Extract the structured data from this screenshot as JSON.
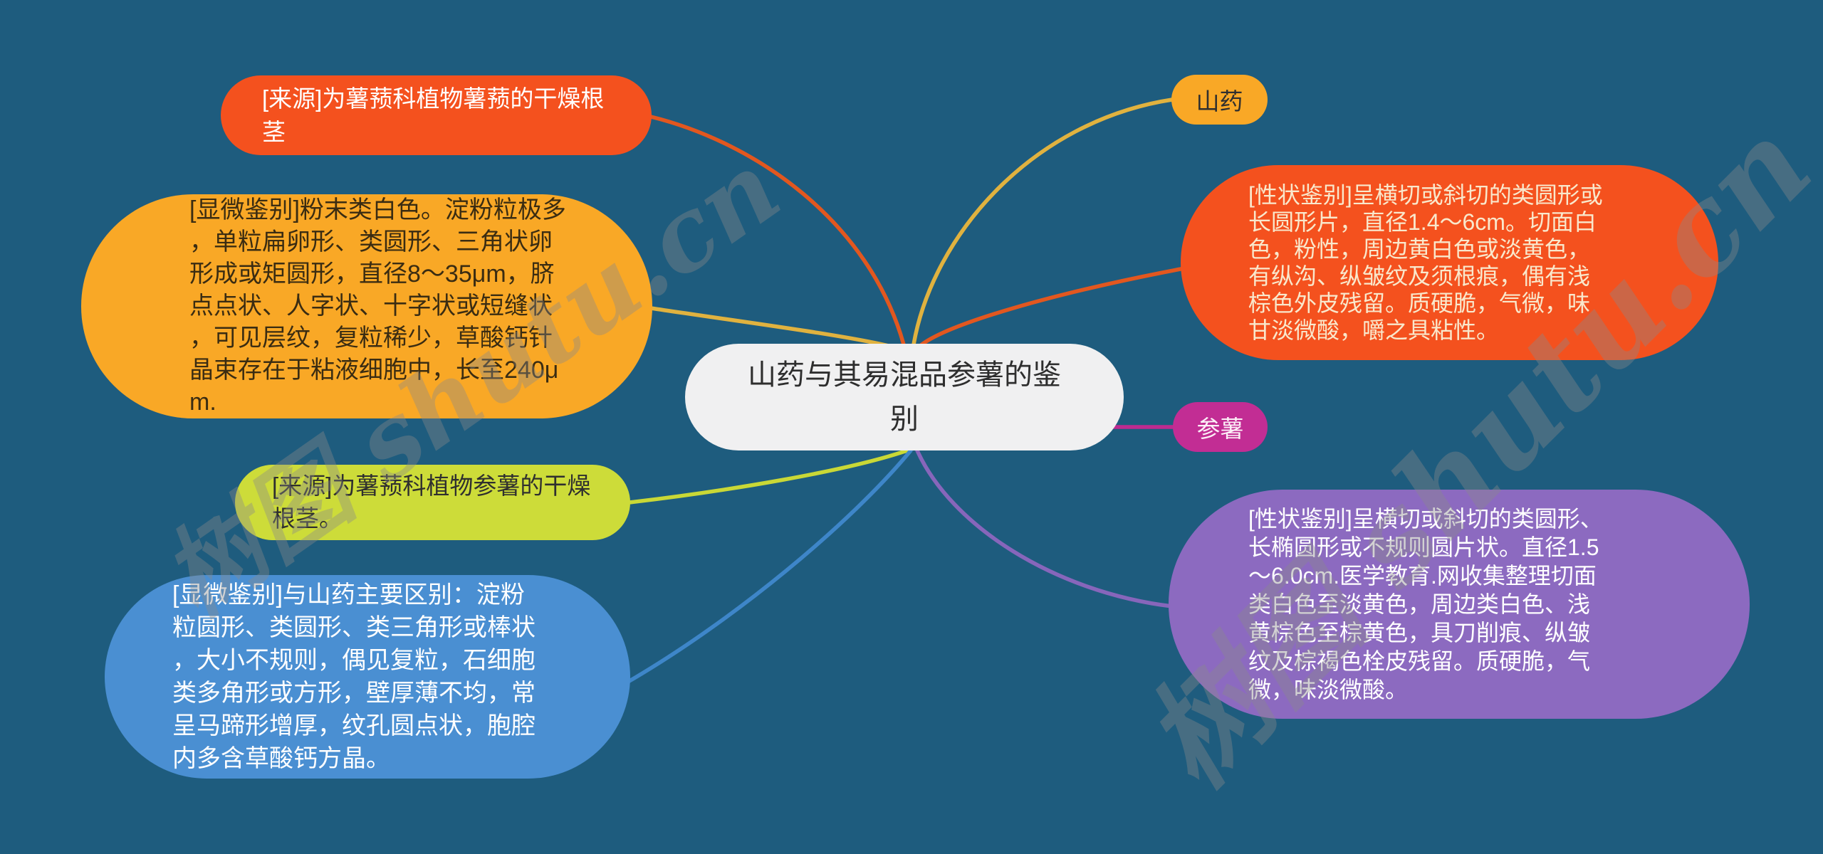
{
  "title": "山药与其易混品参薯的鉴别",
  "center": {
    "text": "山药与其易混品参薯的鉴别"
  },
  "branches": {
    "shanyao": {
      "label": "山药",
      "origin": "[来源]为薯蓣科植物薯蓣的干燥根茎",
      "micro": "[显微鉴别]粉末类白色。淀粉粒极多，单粒扁卵形、类圆形、三角状卵形成或矩圆形，直径8～35μm，脐点点状、人字状、十字状或短缝状，可见层纹，复粒稀少，草酸钙针晶束存在于粘液细胞中，长至240μm.",
      "trait": "[性状鉴别]呈横切或斜切的类圆形或长圆形片，直径1.4～6cm。切面白色，粉性，周边黄白色或淡黄色，有纵沟、纵皱纹及须根痕，偶有浅棕色外皮残留。质硬脆，气微，味甘淡微酸，嚼之具粘性。"
    },
    "censhu": {
      "label": "参薯",
      "origin": "[来源]为薯蓣科植物参薯的干燥根茎。",
      "micro": "[显微鉴别]与山药主要区别：淀粉粒圆形、类圆形、类三角形或棒状，大小不规则，偶见复粒，石细胞类多角形或方形，壁厚薄不均，常呈马蹄形增厚，纹孔圆点状，胞腔内多含草酸钙方晶。",
      "trait": "[性状鉴别]呈横切或斜切的类圆形、长椭圆形或不规则圆片状。直径1.5～6.0cm.医学教育.网收集整理切面类白色至淡黄色，周边类白色、浅黄棕色至棕黄色，具刀削痕、纵皱纹及棕褐色栓皮残留。质硬脆，气微，味淡微酸。"
    }
  },
  "watermark": {
    "text": "树图 shutu.cn"
  },
  "palette": {
    "background": "#1E5C7E",
    "node_orange": "#F4511E",
    "node_amber": "#F9A826",
    "node_green": "#CDDC39",
    "node_blue": "#4A8FD2",
    "node_purple": "#8C6AC0",
    "node_magenta": "#C22D94",
    "node_center": "#F0F0F1",
    "curve_orange": "#E2571F",
    "curve_amber": "#E0B23F",
    "curve_green": "#C9D836",
    "curve_blue": "#3E86C9",
    "curve_purple": "#8766BB",
    "curve_magenta": "#BE2B90"
  }
}
